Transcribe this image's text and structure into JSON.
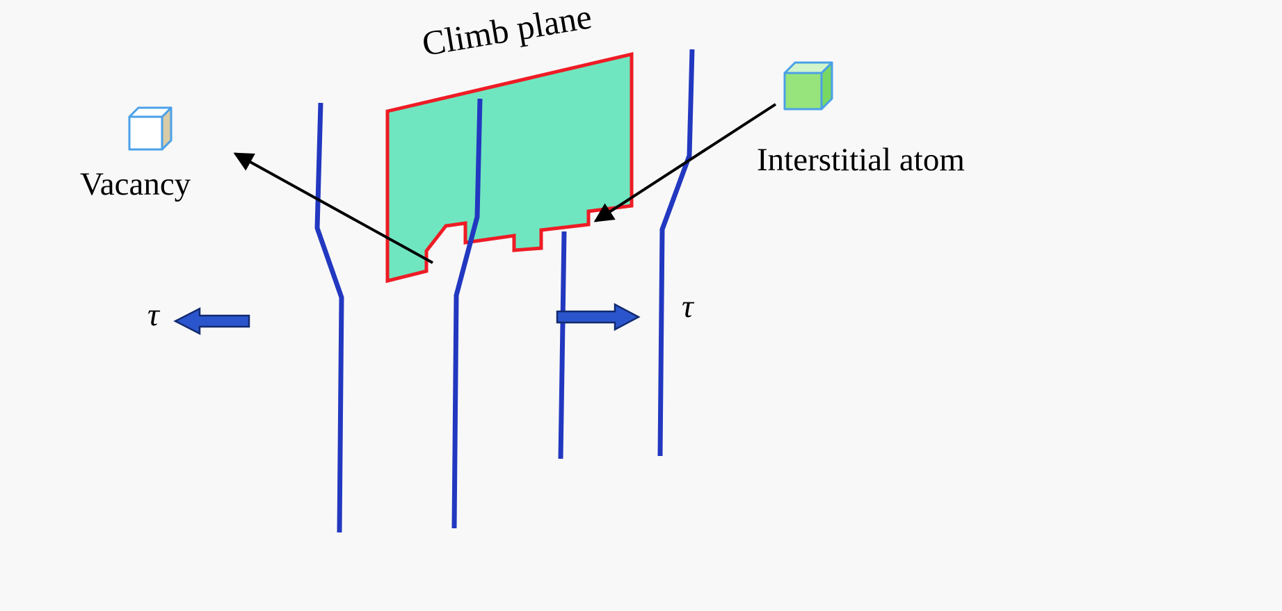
{
  "diagram": {
    "title": "Climb plane",
    "labels": {
      "vacancy": "Vacancy",
      "interstitial": "Interstitial atom",
      "tau_left": "τ",
      "tau_right": "τ"
    },
    "colors": {
      "background": "#f8f8f8",
      "plane_fill": "#70e6c0",
      "plane_border": "#ee1c25",
      "dislocation_line": "#2238c0",
      "annotation_arrow": "#000000",
      "stress_arrow_fill": "#2b55cc",
      "stress_arrow_border": "#122a6e",
      "cube_edge": "#4aa0e8",
      "vacancy_face": "#ffffff",
      "vacancy_top": "#ffffff",
      "vacancy_side": "#d8cba6",
      "interstitial_front": "#97e47c",
      "interstitial_top": "#d2f4cb",
      "interstitial_side": "#79d862"
    }
  }
}
